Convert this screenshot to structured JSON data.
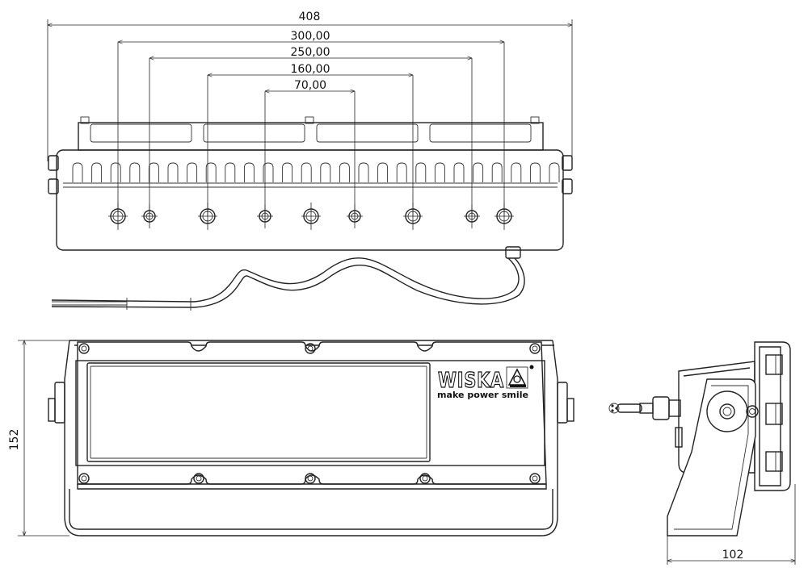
{
  "dimensions": {
    "top_overall_width": "408",
    "spacing_1": "300,00",
    "spacing_2": "250,00",
    "spacing_3": "160,00",
    "spacing_4": "70,00",
    "front_height": "152",
    "side_depth": "102"
  },
  "logo": {
    "brand": "WISKA",
    "tagline": "make power smile"
  }
}
